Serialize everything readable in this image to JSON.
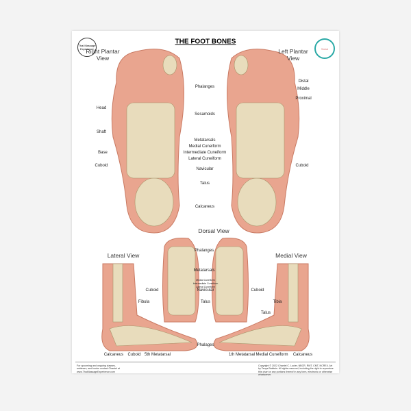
{
  "title": "THE FOOT BONES",
  "logos": {
    "left": "Thai Massage Experience",
    "right": "Sabai"
  },
  "views": {
    "right_plantar": "Right Plantar View",
    "left_plantar": "Left Plantar View",
    "dorsal": "Dorsal View",
    "lateral": "Lateral View",
    "medial": "Medial View"
  },
  "labels": {
    "phalanges": "Phalanges",
    "sesamoids": "Sesamoids",
    "metatarsals": "Metatarsals",
    "medial_cuneiform": "Medial Cuneiform",
    "intermediate_cuneiform": "Intermediate Cuneiform",
    "lateral_cuneiform": "Lateral Cuneiform",
    "navicular": "Navicular",
    "talus": "Talus",
    "calcaneus": "Calcaneus",
    "head": "Head",
    "shaft": "Shaft",
    "base": "Base",
    "cuboid": "Cuboid",
    "distal": "Distal",
    "middle": "Middle",
    "proximal": "Proximal",
    "fibula": "Fibula",
    "tibia": "Tibia",
    "phalages": "Phalages",
    "fifth_metatarsal": "5th Metatarsal",
    "first_metatarsal": "1th Metatarsal"
  },
  "footer": {
    "left": "For upcoming and ongoing classes, webinars, and books contact Chantel at www.ThaiMassageExperience.com",
    "right": "Copyright © 2022 Chantel C. Lucier, NBCR, RMT, CMT, NCRE4. Art by Tanya Baldwin. All rights reserved, including the right to reproduce this chart or any portions thereof in any form, electronic or otherwise whatsoever."
  }
}
